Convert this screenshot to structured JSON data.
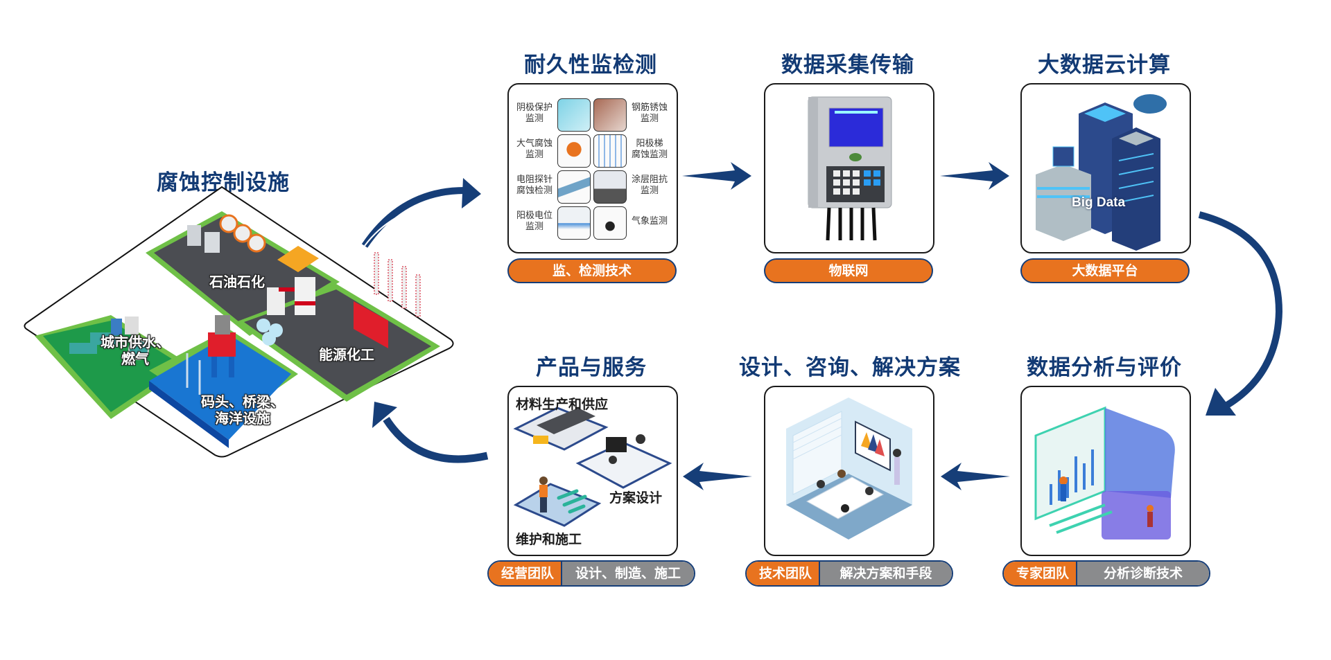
{
  "facilities": {
    "title": "腐蚀控制设施",
    "zones": [
      {
        "label": "石油石化"
      },
      {
        "label": "城市供水、\n燃气",
        "line1": "城市供水、",
        "line2": "燃气"
      },
      {
        "label": "能源化工"
      },
      {
        "label": "码头、桥梁、海洋设施",
        "line1": "码头、桥梁、",
        "line2": "海洋设施"
      }
    ]
  },
  "steps": {
    "monitoring": {
      "title": "耐久性监检测",
      "tag": "监、检测技术",
      "items": [
        {
          "left": "阴极保护\n监测",
          "l1": "阴极保护",
          "l2": "监测",
          "right_l1": "钢筋锈蚀",
          "right_l2": "监测"
        },
        {
          "l1": "大气腐蚀",
          "l2": "监测",
          "right_l1": "阳极梯",
          "right_l2": "腐蚀监测"
        },
        {
          "l1": "电阻探针",
          "l2": "腐蚀检测",
          "right_l1": "涂层阻抗",
          "right_l2": "监测"
        },
        {
          "l1": "阳极电位",
          "l2": "监测",
          "right_l1": "气象监测",
          "right_l2": ""
        }
      ]
    },
    "acquisition": {
      "title": "数据采集传输",
      "tag": "物联网"
    },
    "cloud": {
      "title": "大数据云计算",
      "tag": "大数据平台",
      "image_text": "Big Data"
    },
    "analysis": {
      "title": "数据分析与评价",
      "team": "专家团队",
      "desc": "分析诊断技术"
    },
    "consulting": {
      "title": "设计、咨询、解决方案",
      "team": "技术团队",
      "desc": "解决方案和手段"
    },
    "products": {
      "title": "产品与服务",
      "team": "经营团队",
      "desc": "设计、制造、施工",
      "labels": [
        "材料生产和供应",
        "方案设计",
        "维护和施工"
      ]
    }
  },
  "colors": {
    "title": "#123a74",
    "arrow": "#163e78",
    "orange": "#e8731f",
    "gray": "#8a8b8d"
  }
}
